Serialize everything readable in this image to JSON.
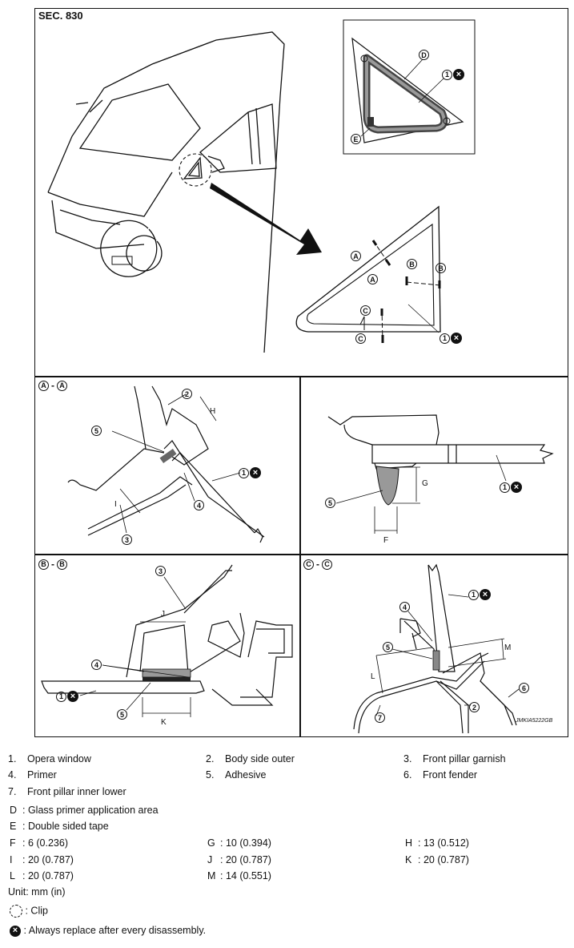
{
  "diagram": {
    "section_label": "SEC. 830",
    "figure_code": "JMKIA5222GB",
    "overview_callouts": {
      "D": "D",
      "E": "E",
      "one": "1"
    },
    "window_callouts": {
      "A": "A",
      "B": "B",
      "C": "C",
      "one": "1"
    },
    "sections": {
      "aa": {
        "left": "A",
        "right": "A",
        "callouts": [
          "1",
          "2",
          "3",
          "4",
          "5"
        ],
        "dims": [
          "H",
          "I"
        ]
      },
      "detail": {
        "callouts": [
          "1",
          "5"
        ],
        "dims": [
          "F",
          "G"
        ]
      },
      "bb": {
        "left": "B",
        "right": "B",
        "callouts": [
          "1",
          "3",
          "4",
          "5"
        ],
        "dims": [
          "J",
          "K"
        ]
      },
      "cc": {
        "left": "C",
        "right": "C",
        "callouts": [
          "1",
          "2",
          "4",
          "5",
          "6",
          "7"
        ],
        "dims": [
          "L",
          "M"
        ]
      }
    }
  },
  "legend": {
    "parts": [
      {
        "num": "1.",
        "name": "Opera window"
      },
      {
        "num": "2.",
        "name": "Body side outer"
      },
      {
        "num": "3.",
        "name": "Front pillar garnish"
      },
      {
        "num": "4.",
        "name": "Primer"
      },
      {
        "num": "5.",
        "name": "Adhesive"
      },
      {
        "num": "6.",
        "name": "Front fender"
      },
      {
        "num": "7.",
        "name": "Front pillar inner lower"
      }
    ],
    "letters": [
      {
        "key": "D",
        "text": ": Glass primer application area"
      },
      {
        "key": "E",
        "text": ": Double sided tape"
      }
    ],
    "dimensions": [
      {
        "key": "F",
        "text": ": 6 (0.236)"
      },
      {
        "key": "G",
        "text": ": 10 (0.394)"
      },
      {
        "key": "H",
        "text": ": 13 (0.512)"
      },
      {
        "key": "I",
        "text": ": 20 (0.787)"
      },
      {
        "key": "J",
        "text": ": 20 (0.787)"
      },
      {
        "key": "K",
        "text": ": 20 (0.787)"
      },
      {
        "key": "L",
        "text": ": 20 (0.787)"
      },
      {
        "key": "M",
        "text": ": 14 (0.551)"
      }
    ],
    "unit": "Unit: mm (in)",
    "clip_text": ": Clip",
    "replace_text": ": Always replace after every disassembly."
  },
  "colors": {
    "line": "#111111",
    "hatch": "#555555"
  }
}
